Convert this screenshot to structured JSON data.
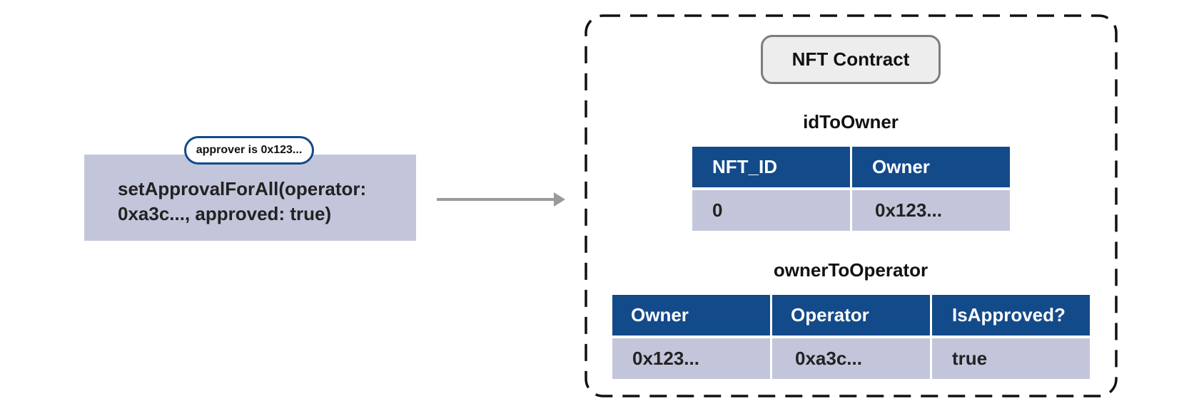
{
  "call": {
    "approver_badge": "approver is 0x123...",
    "line1": "setApprovalForAll(operator:",
    "line2": "0xa3c..., approved: true)"
  },
  "contract": {
    "label": "NFT Contract",
    "id_to_owner": {
      "title": "idToOwner",
      "headers": [
        "NFT_ID",
        "Owner"
      ],
      "rows": [
        [
          "0",
          "0x123..."
        ]
      ]
    },
    "owner_to_operator": {
      "title": "ownerToOperator",
      "headers": [
        "Owner",
        "Operator",
        "IsApproved?"
      ],
      "rows": [
        [
          "0x123...",
          "0xa3c...",
          "true"
        ]
      ]
    }
  },
  "colors": {
    "header_blue": "#134a8a",
    "cell_lavender": "#c3c6db",
    "arrow_gray": "#9a9a9a",
    "frame_black": "#111111"
  }
}
